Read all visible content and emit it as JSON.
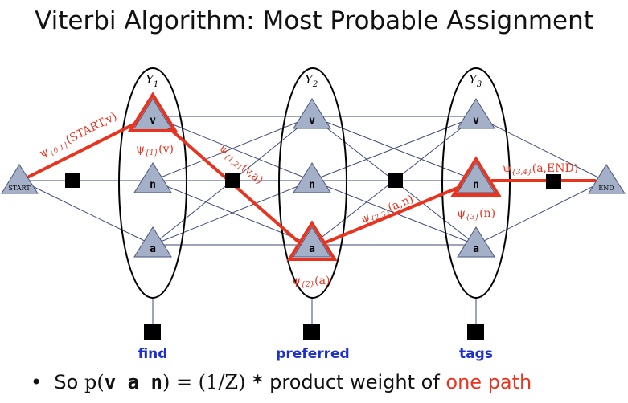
{
  "title": "Viterbi Algorithm: Most Probable Assignment",
  "colors": {
    "edge": "#3c4a7a",
    "highlight": "#e8331f",
    "node_fill": "#a3b0c8",
    "word": "#1c2fd0"
  },
  "variables": [
    {
      "label": "Y",
      "sub": "1",
      "states": [
        "v",
        "n",
        "a"
      ],
      "word": "find"
    },
    {
      "label": "Y",
      "sub": "2",
      "states": [
        "v",
        "n",
        "a"
      ],
      "word": "preferred"
    },
    {
      "label": "Y",
      "sub": "3",
      "states": [
        "v",
        "n",
        "a"
      ],
      "word": "tags"
    }
  ],
  "start_label": "START",
  "end_label": "END",
  "edge_labels": {
    "e01": {
      "psi": "ψ",
      "sub": "{0,1}",
      "arg": "(START,v)"
    },
    "u1": {
      "psi": "ψ",
      "sub": "{1}",
      "arg": "(v)"
    },
    "e12": {
      "psi": "ψ",
      "sub": "{1,2}",
      "arg": "(v,a)"
    },
    "u2": {
      "psi": "ψ",
      "sub": "{2}",
      "arg": "(a)"
    },
    "e23": {
      "psi": "ψ",
      "sub": "{2,3}",
      "arg": "(a,n)"
    },
    "u3": {
      "psi": "ψ",
      "sub": "{3}",
      "arg": "(n)"
    },
    "e34": {
      "psi": "ψ",
      "sub": "{3,4}",
      "arg": "(a,END)"
    }
  },
  "bullet": {
    "mark": "•",
    "pre": "So ",
    "p_open": "p(",
    "seq": "v a n",
    "p_close": ") = (1/Z) ",
    "star": "*",
    "mid": " product weight of ",
    "highlight": "one path"
  }
}
